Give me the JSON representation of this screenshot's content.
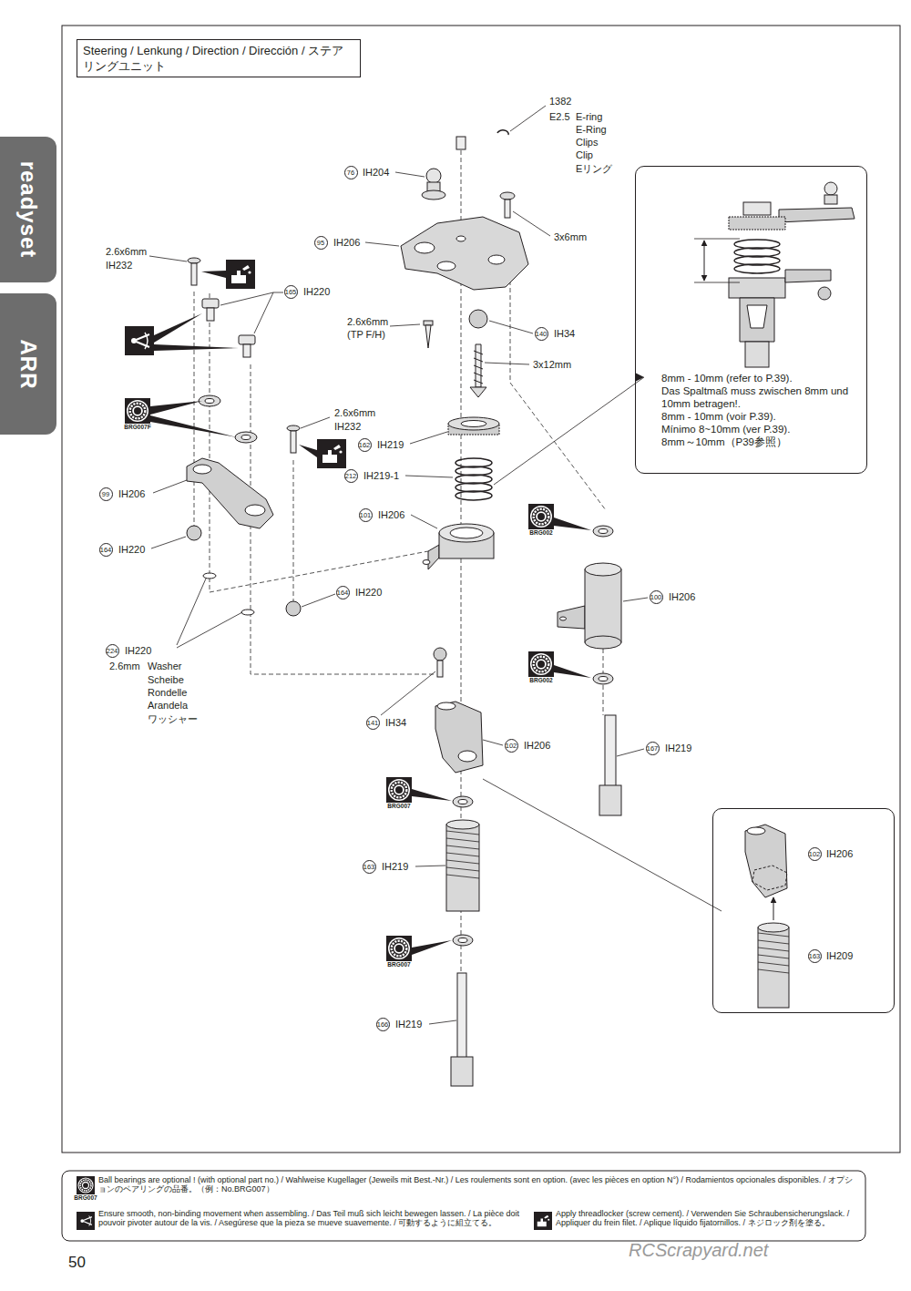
{
  "diagram": {
    "title": "Steering / Lenkung / Direction / Dirección / ステアリングユニット",
    "nodes": [
      {
        "text": [
          "readyset"
        ]
      },
      {
        "text": [
          "ARR"
        ]
      },
      {
        "text": [
          "8mm - 10mm (refer to P.39).",
          "Das Spaltmaß muss zwischen 8mm und 10mm betragen!.",
          "8mm - 10mm (voir P.39).",
          "Mínimo 8~10mm (ver P.39).",
          "8mm～10mm（P39参照）"
        ]
      },
      {
        "text": [
          "102",
          "IH206",
          "163",
          "IH209"
        ]
      }
    ],
    "labels": [
      "1382",
      "E2.5",
      "E-ring",
      "E-Ring",
      "Clips",
      "Clip",
      "Eリング",
      "76",
      "IH204",
      "2.6x6mm",
      "IH232",
      "95",
      "IH206",
      "3x6mm",
      "165",
      "IH220",
      "2.6x6mm",
      "(TP F/H)",
      "140",
      "IH34",
      "3x12mm",
      "2.6x6mm",
      "IH232",
      "BRG007F",
      "162",
      "IH219",
      "212",
      "IH219-1",
      "99",
      "IH206",
      "101",
      "IH206",
      "BRG002",
      "164",
      "IH220",
      "164",
      "IH220",
      "100",
      "IH206",
      "224",
      "IH220",
      "2.6mm",
      "Washer",
      "Scheibe",
      "Rondelle",
      "Arandela",
      "ワッシャー",
      "BRG002",
      "141",
      "IH34",
      "102",
      "IH206",
      "167",
      "IH219",
      "BRG007",
      "163",
      "IH219",
      "BRG007",
      "166",
      "IH219",
      "BRG007",
      "50",
      "RCScrapyard.net"
    ],
    "legend": [
      {
        "text": "Ball bearings are optional ! (with optional part no.) / Wahlweise Kugellager (Jeweils mit Best.-Nr.) / Les roulements sont en option. (avec les pièces en option N°) / Rodamientos opcionales disponibles. / オプションのベアリングの品番。（例：No.BRG007）"
      },
      {
        "text": "Ensure smooth, non-binding movement when assembling. / Das Teil muß sich leicht bewegen lassen. / La pièce doit pouvoir pivoter autour de la vis. / Asegúrese que la pieza se mueve suavemente. / 可動するように組立てる。"
      },
      {
        "text": "Apply threadlocker (screw cement). / Verwenden Sie Schraubensicherungslack. / Appliquer du frein filet. / Aplique líquido fijatornillos. / ネジロック剤を塗る。"
      }
    ]
  }
}
